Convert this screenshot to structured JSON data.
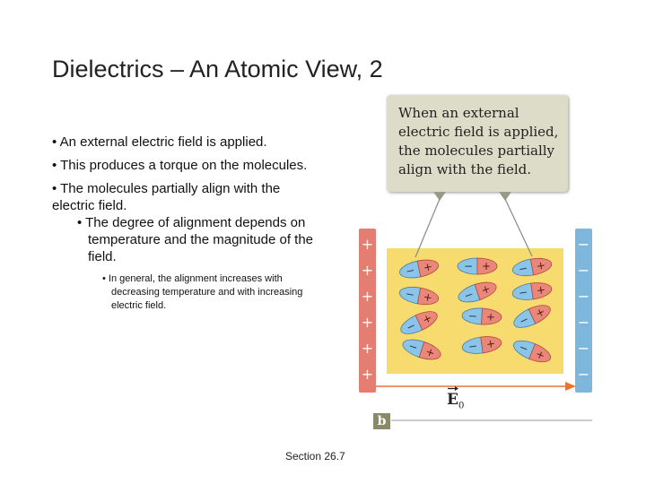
{
  "slide": {
    "title": "Dielectrics – An Atomic View, 2",
    "bullets_l1": [
      "• An external electric field is applied.",
      "• This produces a torque on the molecules.",
      "• The molecules partially align with the electric field."
    ],
    "bullet_l2": "• The degree of alignment depends on temperature and the magnitude of the field.",
    "bullet_l3": "• In general, the alignment increases with decreasing temperature and with increasing electric field.",
    "footer": "Section 26.7"
  },
  "figure": {
    "callout_lines": [
      "When an external",
      "electric field is applied,",
      "the molecules partially",
      "align with the field."
    ],
    "field_symbol": "E",
    "field_subscript": "0",
    "panel_label": "b",
    "plus_sign": "+",
    "minus_sign": "−",
    "colors": {
      "panel_fill": "#f7db6e",
      "positive_plate": "#e57e72",
      "negative_plate": "#7db8dc",
      "field_line": "#e8743a",
      "callout_fill": "#dcdcc8"
    }
  }
}
